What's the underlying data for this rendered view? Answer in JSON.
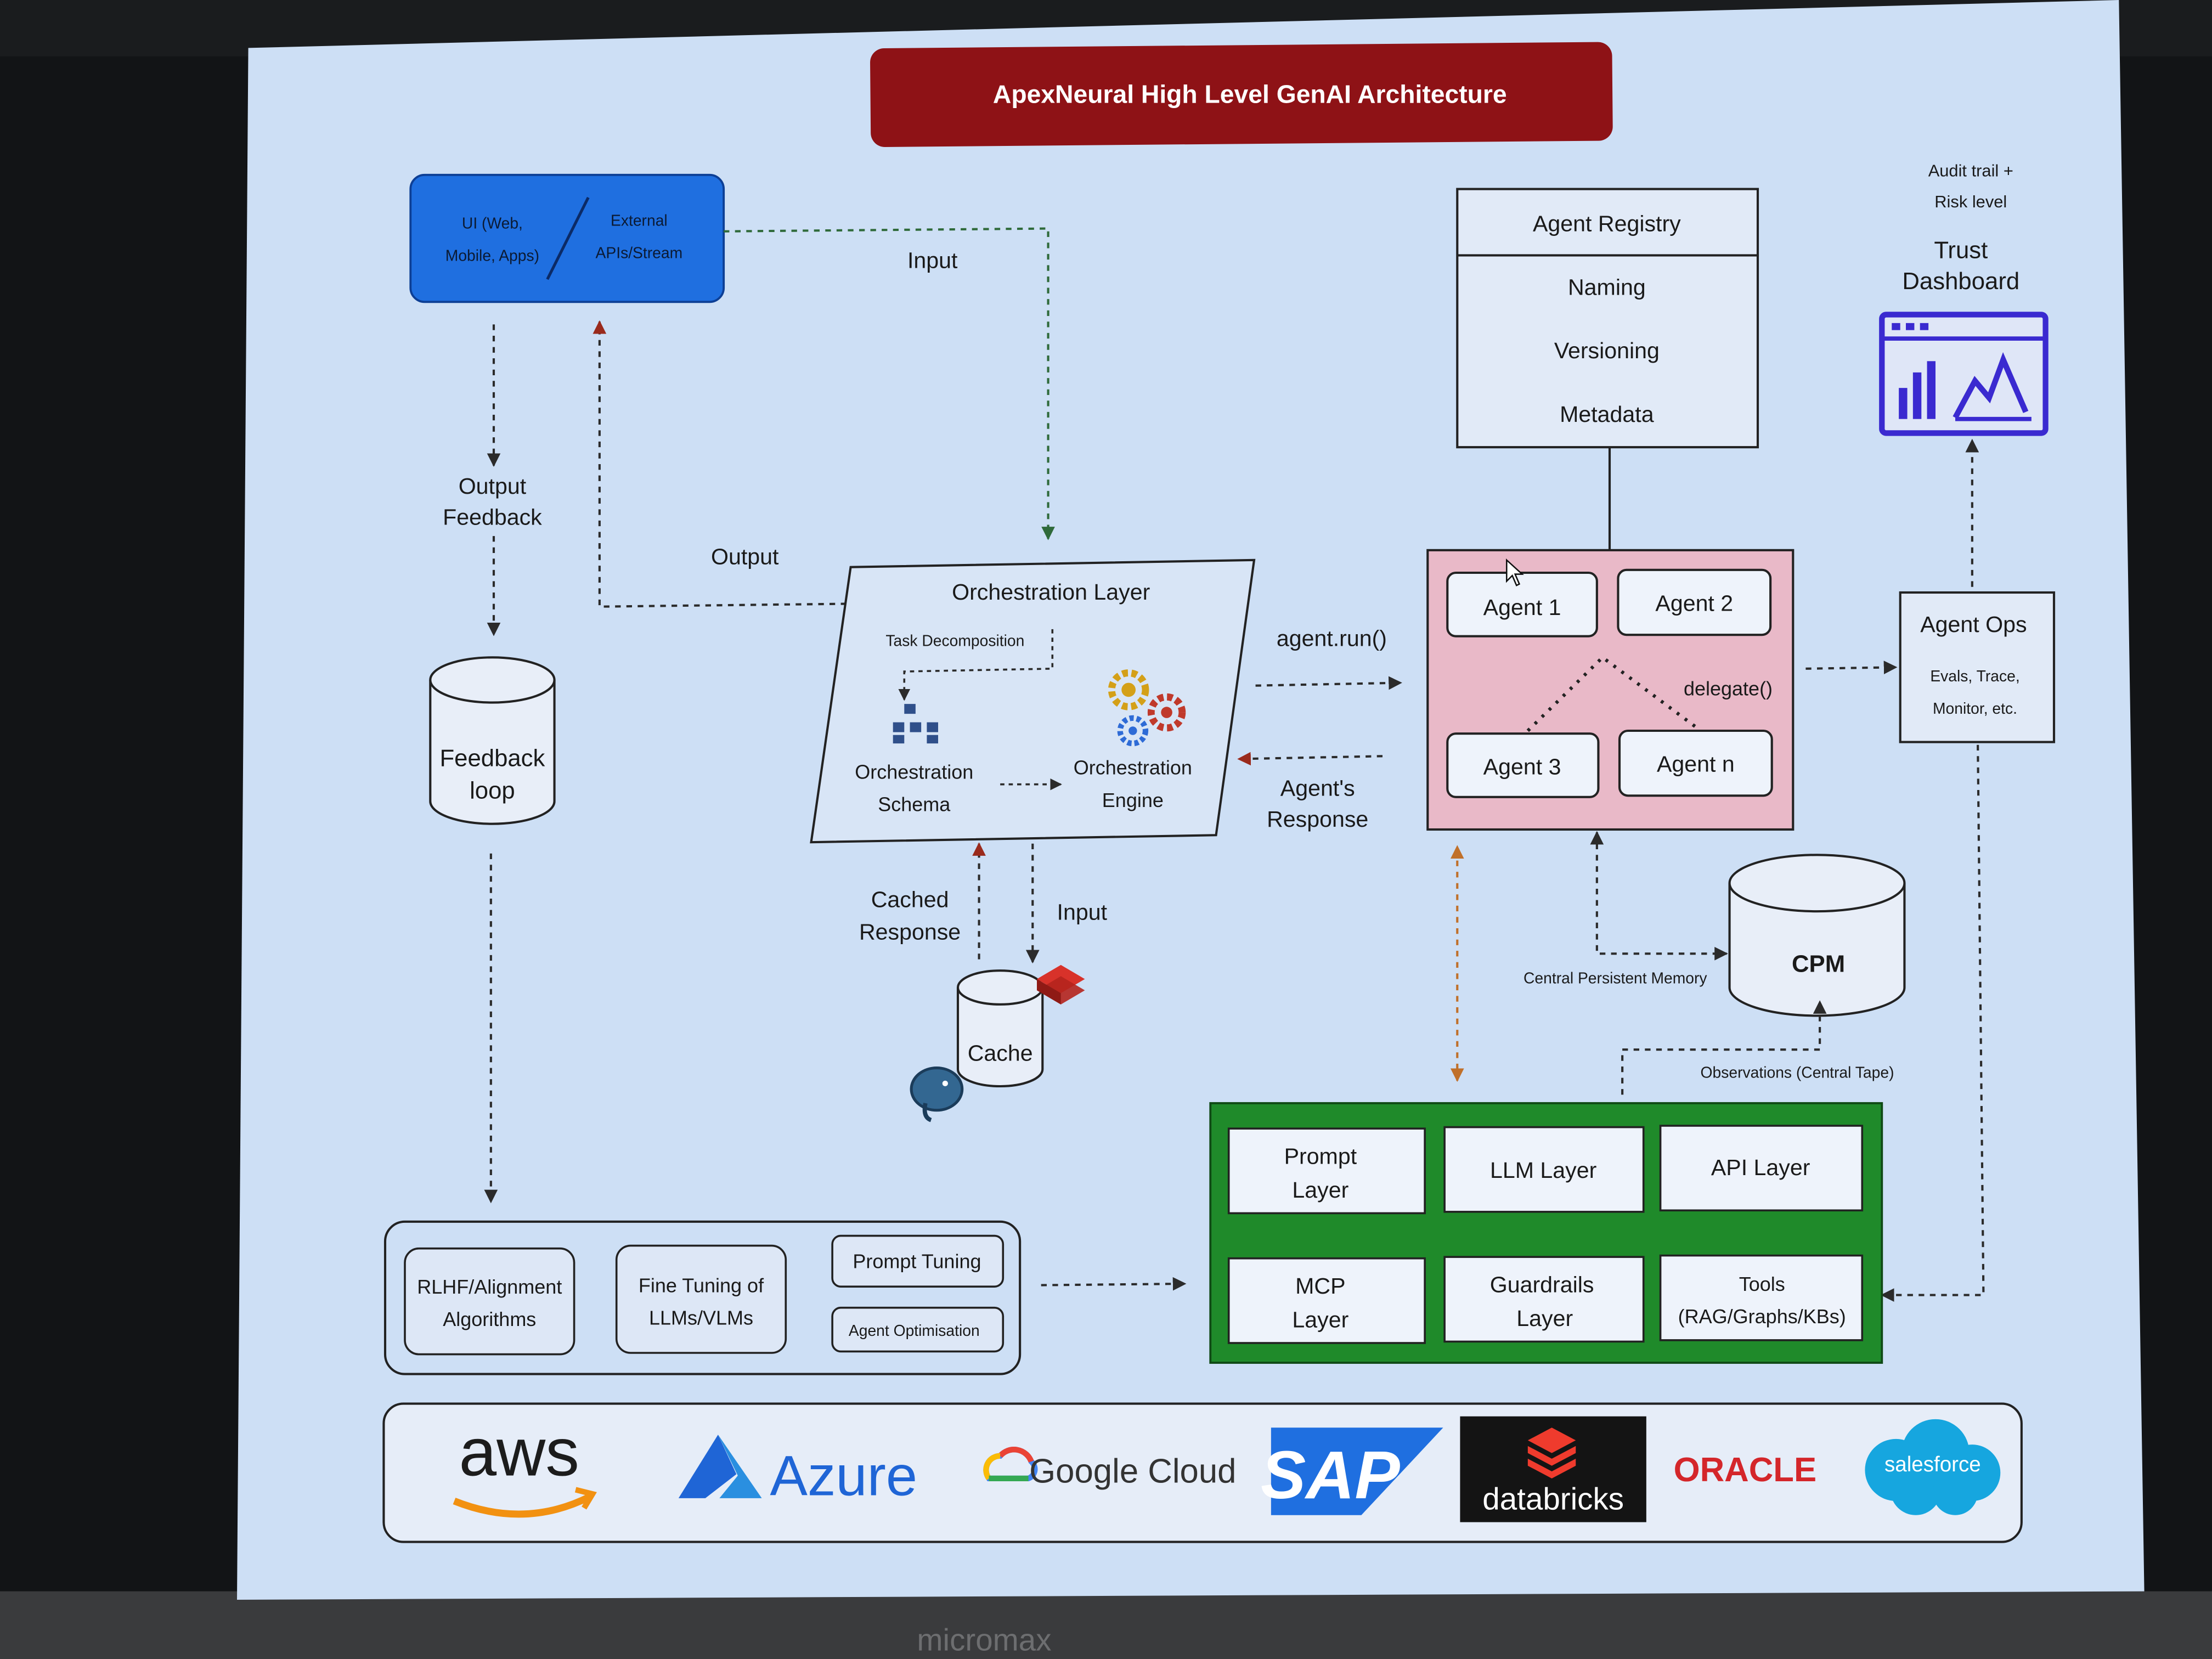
{
  "title": "ApexNeural High Level GenAI Architecture",
  "client": {
    "ui": [
      "UI (Web,",
      "Mobile, Apps)"
    ],
    "apis": [
      "External",
      "APIs/Stream"
    ]
  },
  "edges": {
    "input_top": "Input",
    "output": "Output",
    "output_feedback": [
      "Output",
      "Feedback"
    ],
    "agent_run": "agent.run()",
    "agents_response": [
      "Agent's",
      "Response"
    ],
    "cached_response": [
      "Cached",
      "Response"
    ],
    "input_cache": "Input",
    "delegate": "delegate()",
    "central_memory": "Central Persistent Memory",
    "observations": "Observations (Central Tape)"
  },
  "feedback_loop": [
    "Feedback",
    "loop"
  ],
  "orchestration": {
    "title": "Orchestration Layer",
    "task": "Task Decomposition",
    "schema": [
      "Orchestration",
      "Schema"
    ],
    "engine": [
      "Orchestration",
      "Engine"
    ]
  },
  "cache": {
    "label": "Cache"
  },
  "registry": {
    "title": "Agent Registry",
    "items": [
      "Naming",
      "Versioning",
      "Metadata"
    ]
  },
  "agents": [
    "Agent 1",
    "Agent 2",
    "Agent 3",
    "Agent n"
  ],
  "trust": {
    "note": [
      "Audit trail +",
      "Risk level"
    ],
    "title": [
      "Trust",
      "Dashboard"
    ]
  },
  "agent_ops": {
    "title": "Agent Ops",
    "sub": [
      "Evals, Trace,",
      "Monitor, etc."
    ]
  },
  "cpm": {
    "label": "CPM"
  },
  "layers": [
    [
      "Prompt",
      "Layer"
    ],
    [
      "LLM Layer"
    ],
    [
      "API Layer"
    ],
    [
      "MCP",
      "Layer"
    ],
    [
      "Guardrails",
      "Layer"
    ],
    [
      "Tools",
      "(RAG/Graphs/KBs)"
    ]
  ],
  "training": {
    "rlhf": [
      "RLHF/Alignment",
      "Algorithms"
    ],
    "finetune": [
      "Fine Tuning of",
      "LLMs/VLMs"
    ],
    "prompt_tuning": "Prompt Tuning",
    "agent_opt": "Agent Optimisation"
  },
  "providers": {
    "aws": "aws",
    "azure": "Azure",
    "gcloud": "Google Cloud",
    "sap": "SAP",
    "databricks": "databricks",
    "oracle": "ORACLE",
    "salesforce": "salesforce"
  },
  "bezel_brand": "micromax",
  "colors": {
    "title_bg": "#8e1216",
    "client_bg": "#1f6fe0",
    "agents_bg": "#e9b9c8",
    "layers_bg": "#1f8a2a",
    "slide_bg": "#cfe0f6",
    "arrow_green": "#2f6a3a",
    "arrow_red": "#9a2a1c"
  }
}
